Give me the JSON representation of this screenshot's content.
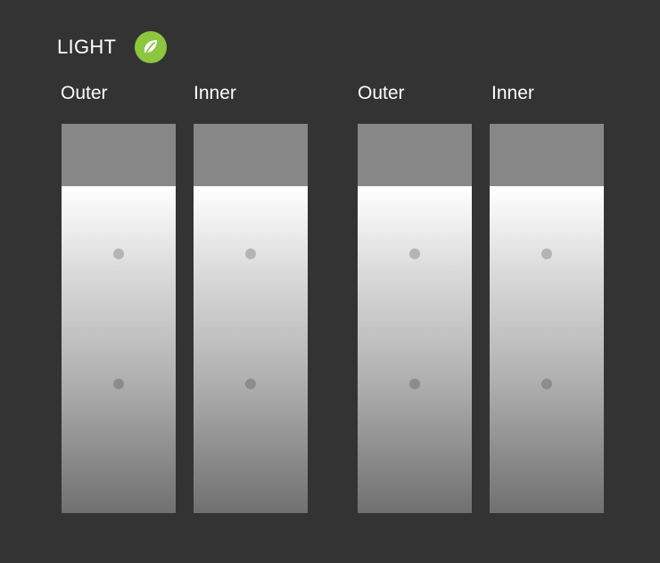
{
  "header": {
    "title": "LIGHT",
    "icon": "leaf-icon",
    "icon_color": "#8dc63f"
  },
  "sliders": [
    {
      "label": "Outer",
      "level": 0.84
    },
    {
      "label": "Inner",
      "level": 0.84
    },
    {
      "label": "Outer",
      "level": 0.84
    },
    {
      "label": "Inner",
      "level": 0.84
    }
  ]
}
